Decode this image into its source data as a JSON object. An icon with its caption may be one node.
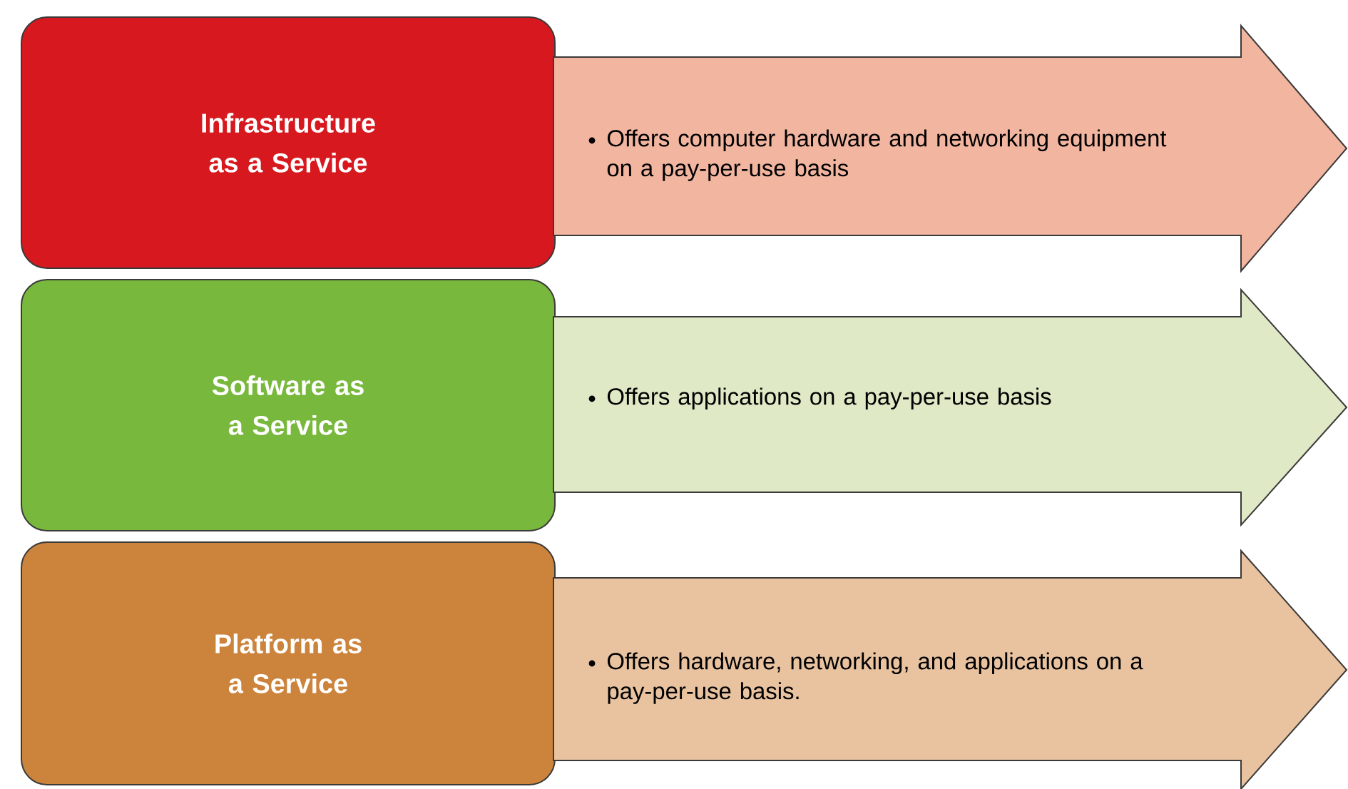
{
  "diagram": {
    "nodes": [
      {
        "text": [
          "Infrastructure as a Service"
        ]
      },
      {
        "text": [
          "Offers computer hardware and networking equipment on a pay-per-use basis"
        ]
      },
      {
        "text": [
          "Software as a Service"
        ]
      },
      {
        "text": [
          "Offers applications on a pay-per-use basis"
        ]
      },
      {
        "text": [
          "Platform as a Service"
        ]
      },
      {
        "text": [
          "Offers hardware, networking, and applications on a pay-per-use basis."
        ]
      }
    ]
  }
}
